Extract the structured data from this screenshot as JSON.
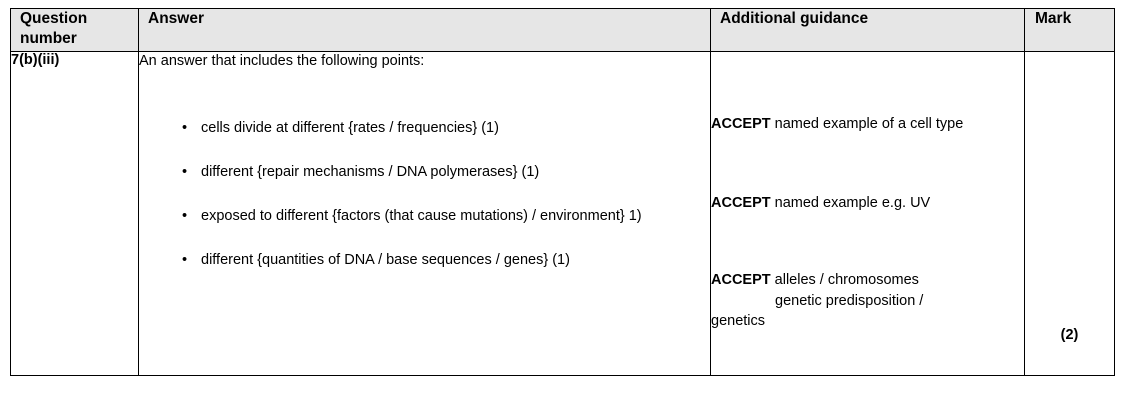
{
  "table": {
    "headers": {
      "question_number": "Question number",
      "answer": "Answer",
      "additional_guidance": "Additional guidance",
      "mark": "Mark"
    },
    "row": {
      "question_number": "7(b)(iii)",
      "answer": {
        "intro": "An answer that includes the following points:",
        "bullet_char": "•",
        "bullets": [
          "cells divide at different {rates / frequencies} (1)",
          "different {repair mechanisms / DNA polymerases} (1)",
          "exposed to different {factors (that cause mutations) / environment} 1)",
          "different {quantities of DNA / base sequences / genes} (1)"
        ]
      },
      "additional_guidance": [
        {
          "keyword": "ACCEPT",
          "text": " named example of a cell type",
          "indent_line": ""
        },
        {
          "keyword": "ACCEPT",
          "text": " named example e.g. UV",
          "indent_line": ""
        },
        {
          "keyword": "ACCEPT",
          "text": " alleles / chromosomes",
          "indent_line": "genetic predisposition /",
          "tail": "genetics"
        }
      ],
      "mark": "(2)"
    }
  },
  "colors": {
    "header_background": "#e6e6e6",
    "border": "#000000",
    "text": "#000000",
    "page_background": "#ffffff"
  }
}
